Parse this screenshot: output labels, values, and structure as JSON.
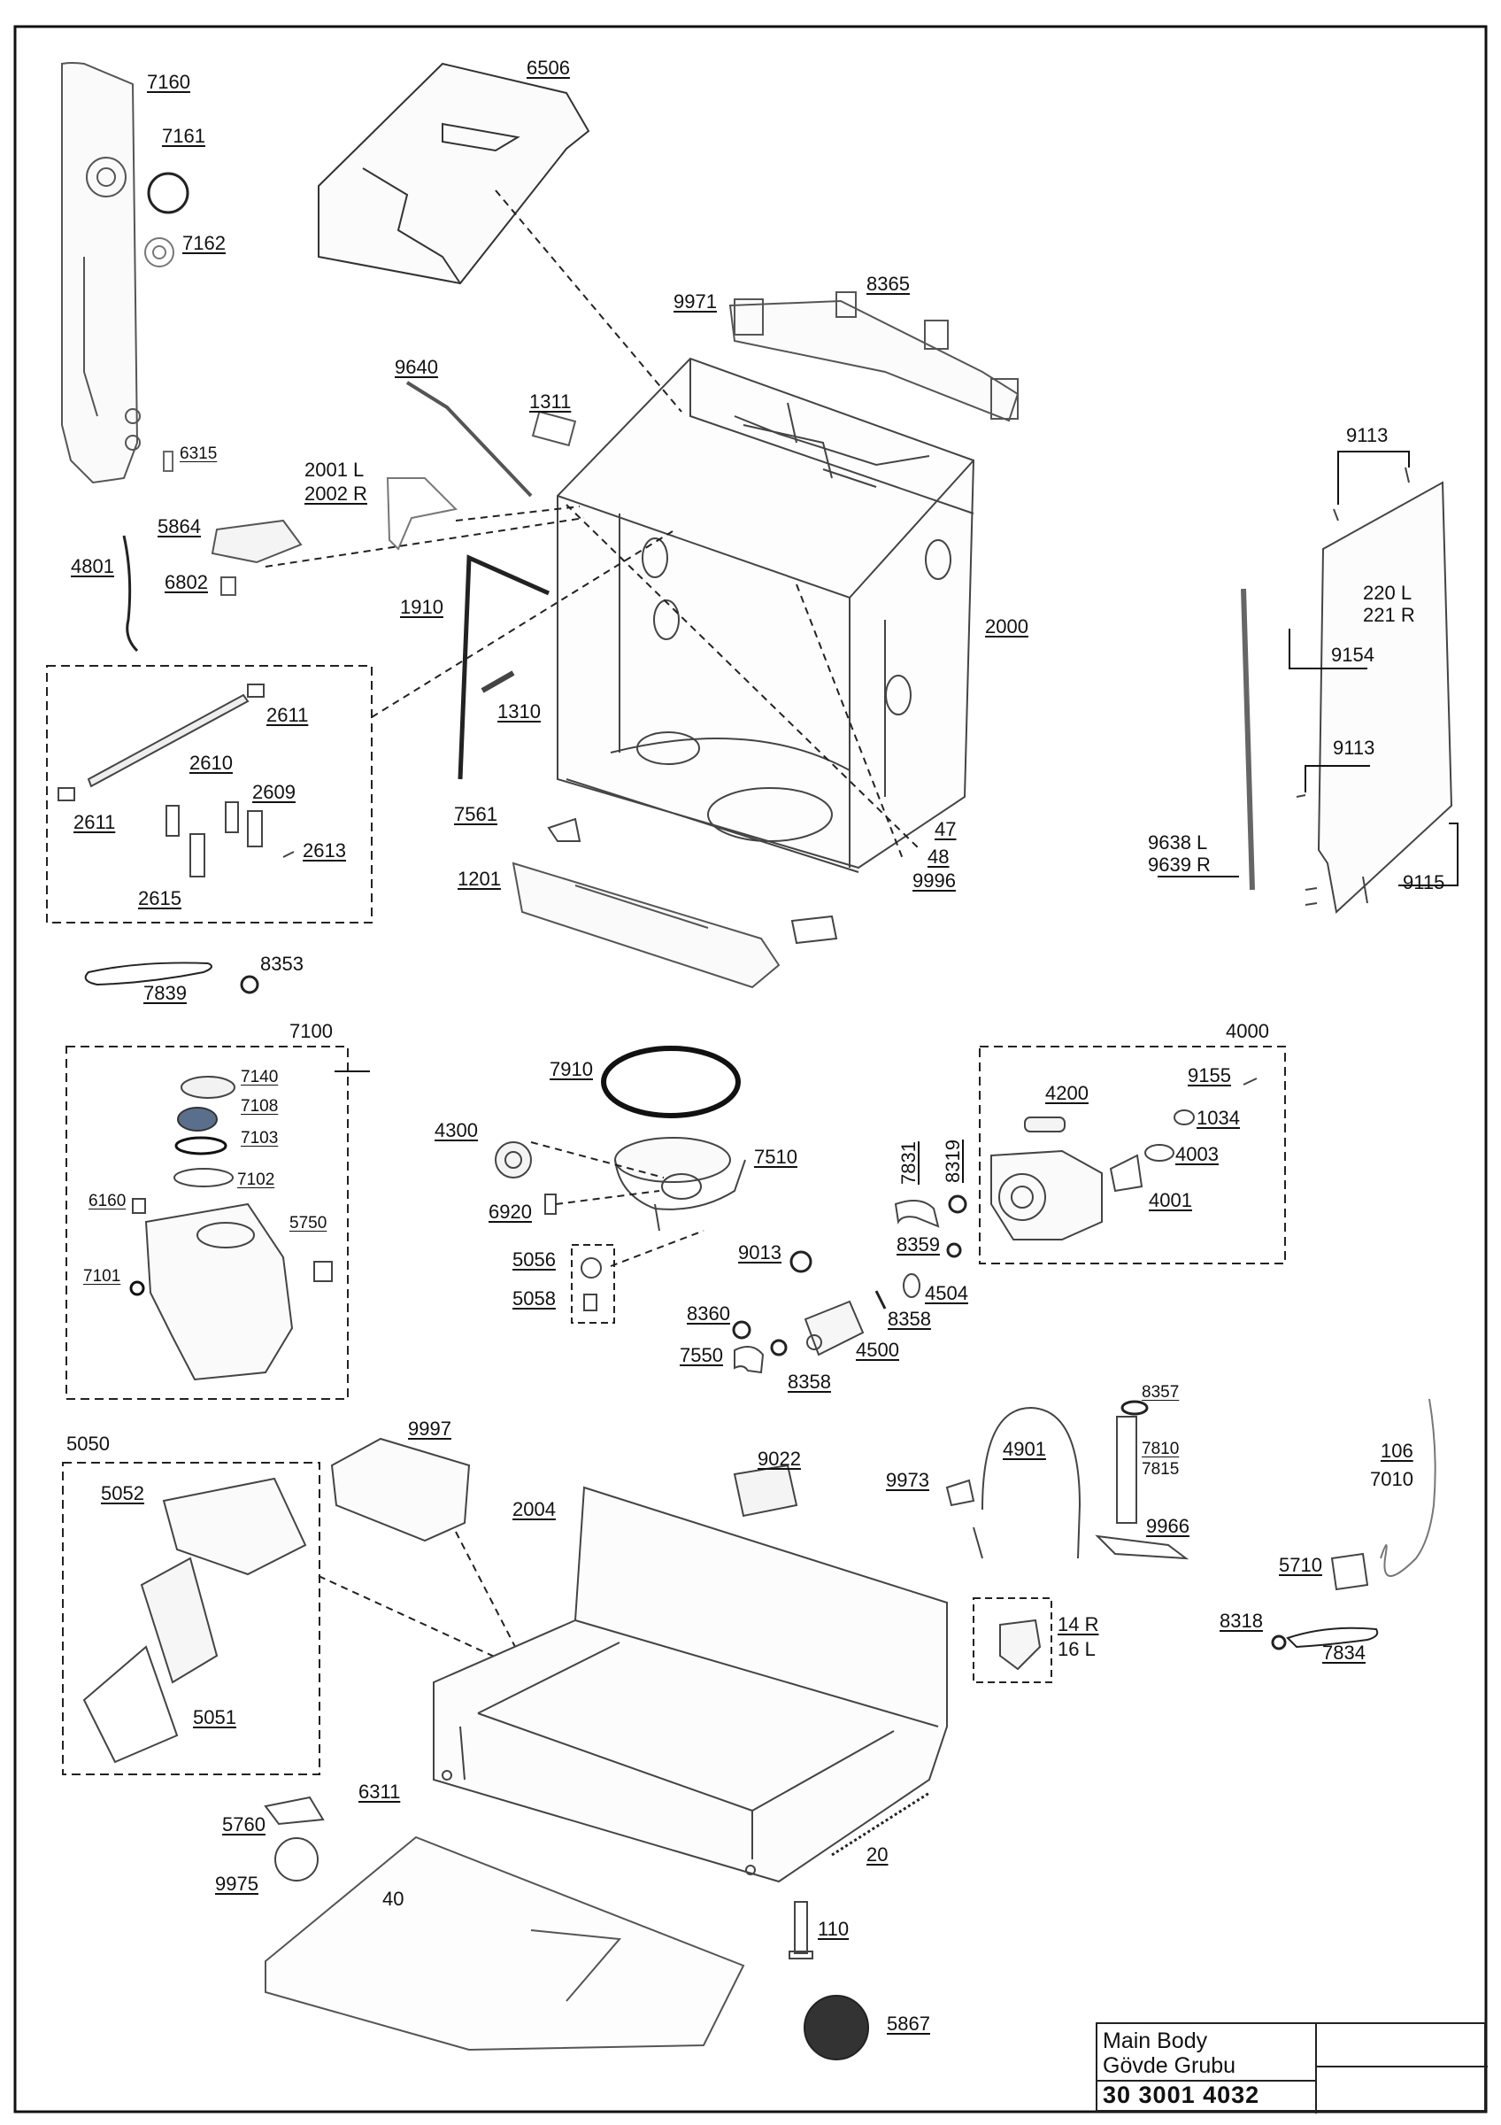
{
  "title_block": {
    "title_en": "Main Body",
    "title_tr": "Gövde Grubu",
    "doc_number": "30 3001 4032"
  },
  "group_labels": {
    "g7100": "7100",
    "g5050": "5050",
    "g4000": "4000"
  },
  "part_labels": {
    "p7160": "7160",
    "p7161": "7161",
    "p7162": "7162",
    "p6315": "6315",
    "p6506": "6506",
    "p9971": "9971",
    "p8365": "8365",
    "p9640": "9640",
    "p1311": "1311",
    "p2001": "2001 L",
    "p2002": "2002 R",
    "p5864": "5864",
    "p4801": "4801",
    "p6802": "6802",
    "p1910": "1910",
    "p2000": "2000",
    "p1310": "1310",
    "p2611a": "2611",
    "p2610": "2610",
    "p2609": "2609",
    "p2611b": "2611",
    "p2613": "2613",
    "p2615": "2615",
    "p7561": "7561",
    "p1201": "1201",
    "p47": "47",
    "p48": "48",
    "p9996": "9996",
    "p9113a": "9113",
    "p220": "220 L",
    "p221": "221 R",
    "p9154": "9154",
    "p9113b": "9113",
    "p9638": "9638 L",
    "p9639": "9639 R",
    "p9115": "9115",
    "p7839": "7839",
    "p8353": "8353",
    "p7140": "7140",
    "p7108": "7108",
    "p7103": "7103",
    "p7102": "7102",
    "p6160": "6160",
    "p5750": "5750",
    "p7101": "7101",
    "p7910": "7910",
    "p4300": "4300",
    "p7510": "7510",
    "p6920": "6920",
    "p5056": "5056",
    "p5058": "5058",
    "p9013": "9013",
    "p7831": "7831",
    "p8319": "8319",
    "p8359": "8359",
    "p4504": "4504",
    "p8360": "8360",
    "p8358a": "8358",
    "p4500": "4500",
    "p7550": "7550",
    "p8358b": "8358",
    "p4200": "4200",
    "p9155": "9155",
    "p1034": "1034",
    "p4003": "4003",
    "p4001": "4001",
    "p9997": "9997",
    "p5052": "5052",
    "p5051": "5051",
    "p2004": "2004",
    "p9022": "9022",
    "p9973": "9973",
    "p4901": "4901",
    "p8357": "8357",
    "p7810": "7810",
    "p7815": "7815",
    "p9966": "9966",
    "p106": "106",
    "p7010": "7010",
    "p5710": "5710",
    "p8318": "8318",
    "p7834": "7834",
    "p14r": "14 R",
    "p16l": "16 L",
    "p6311": "6311",
    "p5760": "5760",
    "p9975": "9975",
    "p40": "40",
    "p20": "20",
    "p110": "110",
    "p5867": "5867"
  }
}
